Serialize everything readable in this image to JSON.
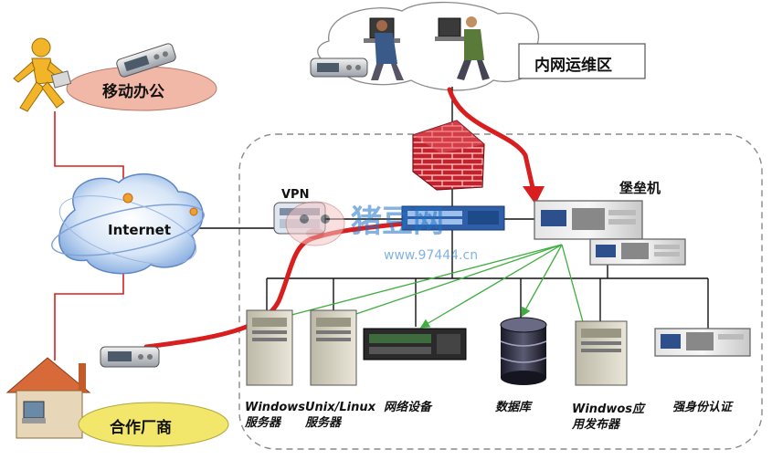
{
  "labels": {
    "mobile_office": "移动办公",
    "internet": "Internet",
    "partner": "合作厂商",
    "internal_ops": "内网运维区",
    "vpn": "VPN",
    "bastion": "堡垒机",
    "windows_server_line1": "Windows",
    "windows_server_line2": "服务器",
    "unix_server_line1": "Unix/Linux",
    "unix_server_line2": "服务器",
    "network_device": "网络设备",
    "database": "数据库",
    "app_publisher_line1": "Windwos应",
    "app_publisher_line2": "用发布器",
    "strong_auth": "强身份认证"
  },
  "watermark": {
    "brand": "猪豆网",
    "url": "www.97444.cn"
  },
  "colors": {
    "secure_path": "#d81e1e",
    "access_lines": "#3fae3f",
    "ellipse_fill": "#f1b8a8",
    "callout_fill": "#f2e76a",
    "firewall": "#c8202a",
    "cloud": "#cfe0f5"
  }
}
